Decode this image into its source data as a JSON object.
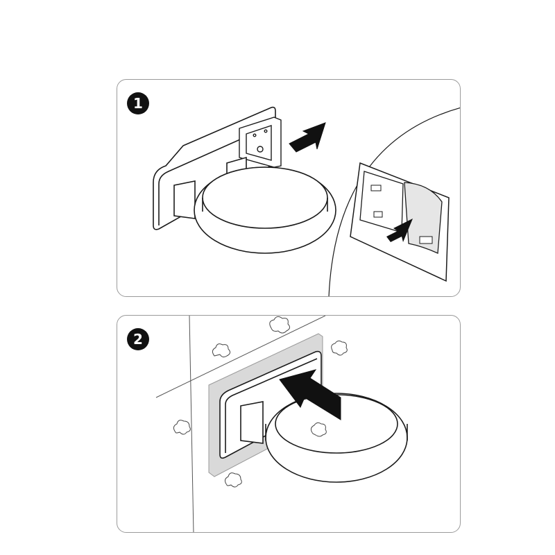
{
  "steps": [
    {
      "number": "1",
      "illustration": "holder-with-adhesive-plate",
      "detail_illustration": "peel-backing-film"
    },
    {
      "number": "2",
      "illustration": "press-holder-onto-wall"
    }
  ],
  "colors": {
    "line": "#1a1a1a",
    "panel_border": "#9a9a9a",
    "arrow": "#111111",
    "wall_shade": "#d9d9d9"
  }
}
